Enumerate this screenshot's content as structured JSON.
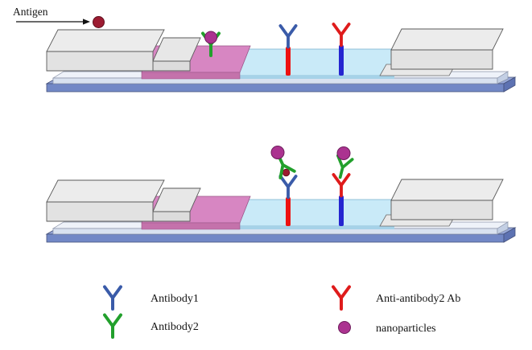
{
  "antigen": {
    "label": "Antigen"
  },
  "legend": {
    "items": [
      {
        "label": "Antibody1"
      },
      {
        "label": "Antibody2"
      },
      {
        "label": "Anti-antibody2 Ab"
      },
      {
        "label": "nanoparticles"
      }
    ]
  },
  "colors": {
    "antibody1_blue": "#3a5ba9",
    "antibody2_green": "#22a02c",
    "anti_antibody2_red": "#df1b1b",
    "test_line_red": "#ee1111",
    "control_line_blue": "#2525d0",
    "nanoparticle_purple": "#ab3390",
    "antigen_dark_red": "#9c1b31",
    "membrane_blue": "#c9eaf8",
    "conjugate_pad_pink": "#d786c2",
    "pad_gray": "#ececec",
    "backing_blue": "#7288c6"
  }
}
